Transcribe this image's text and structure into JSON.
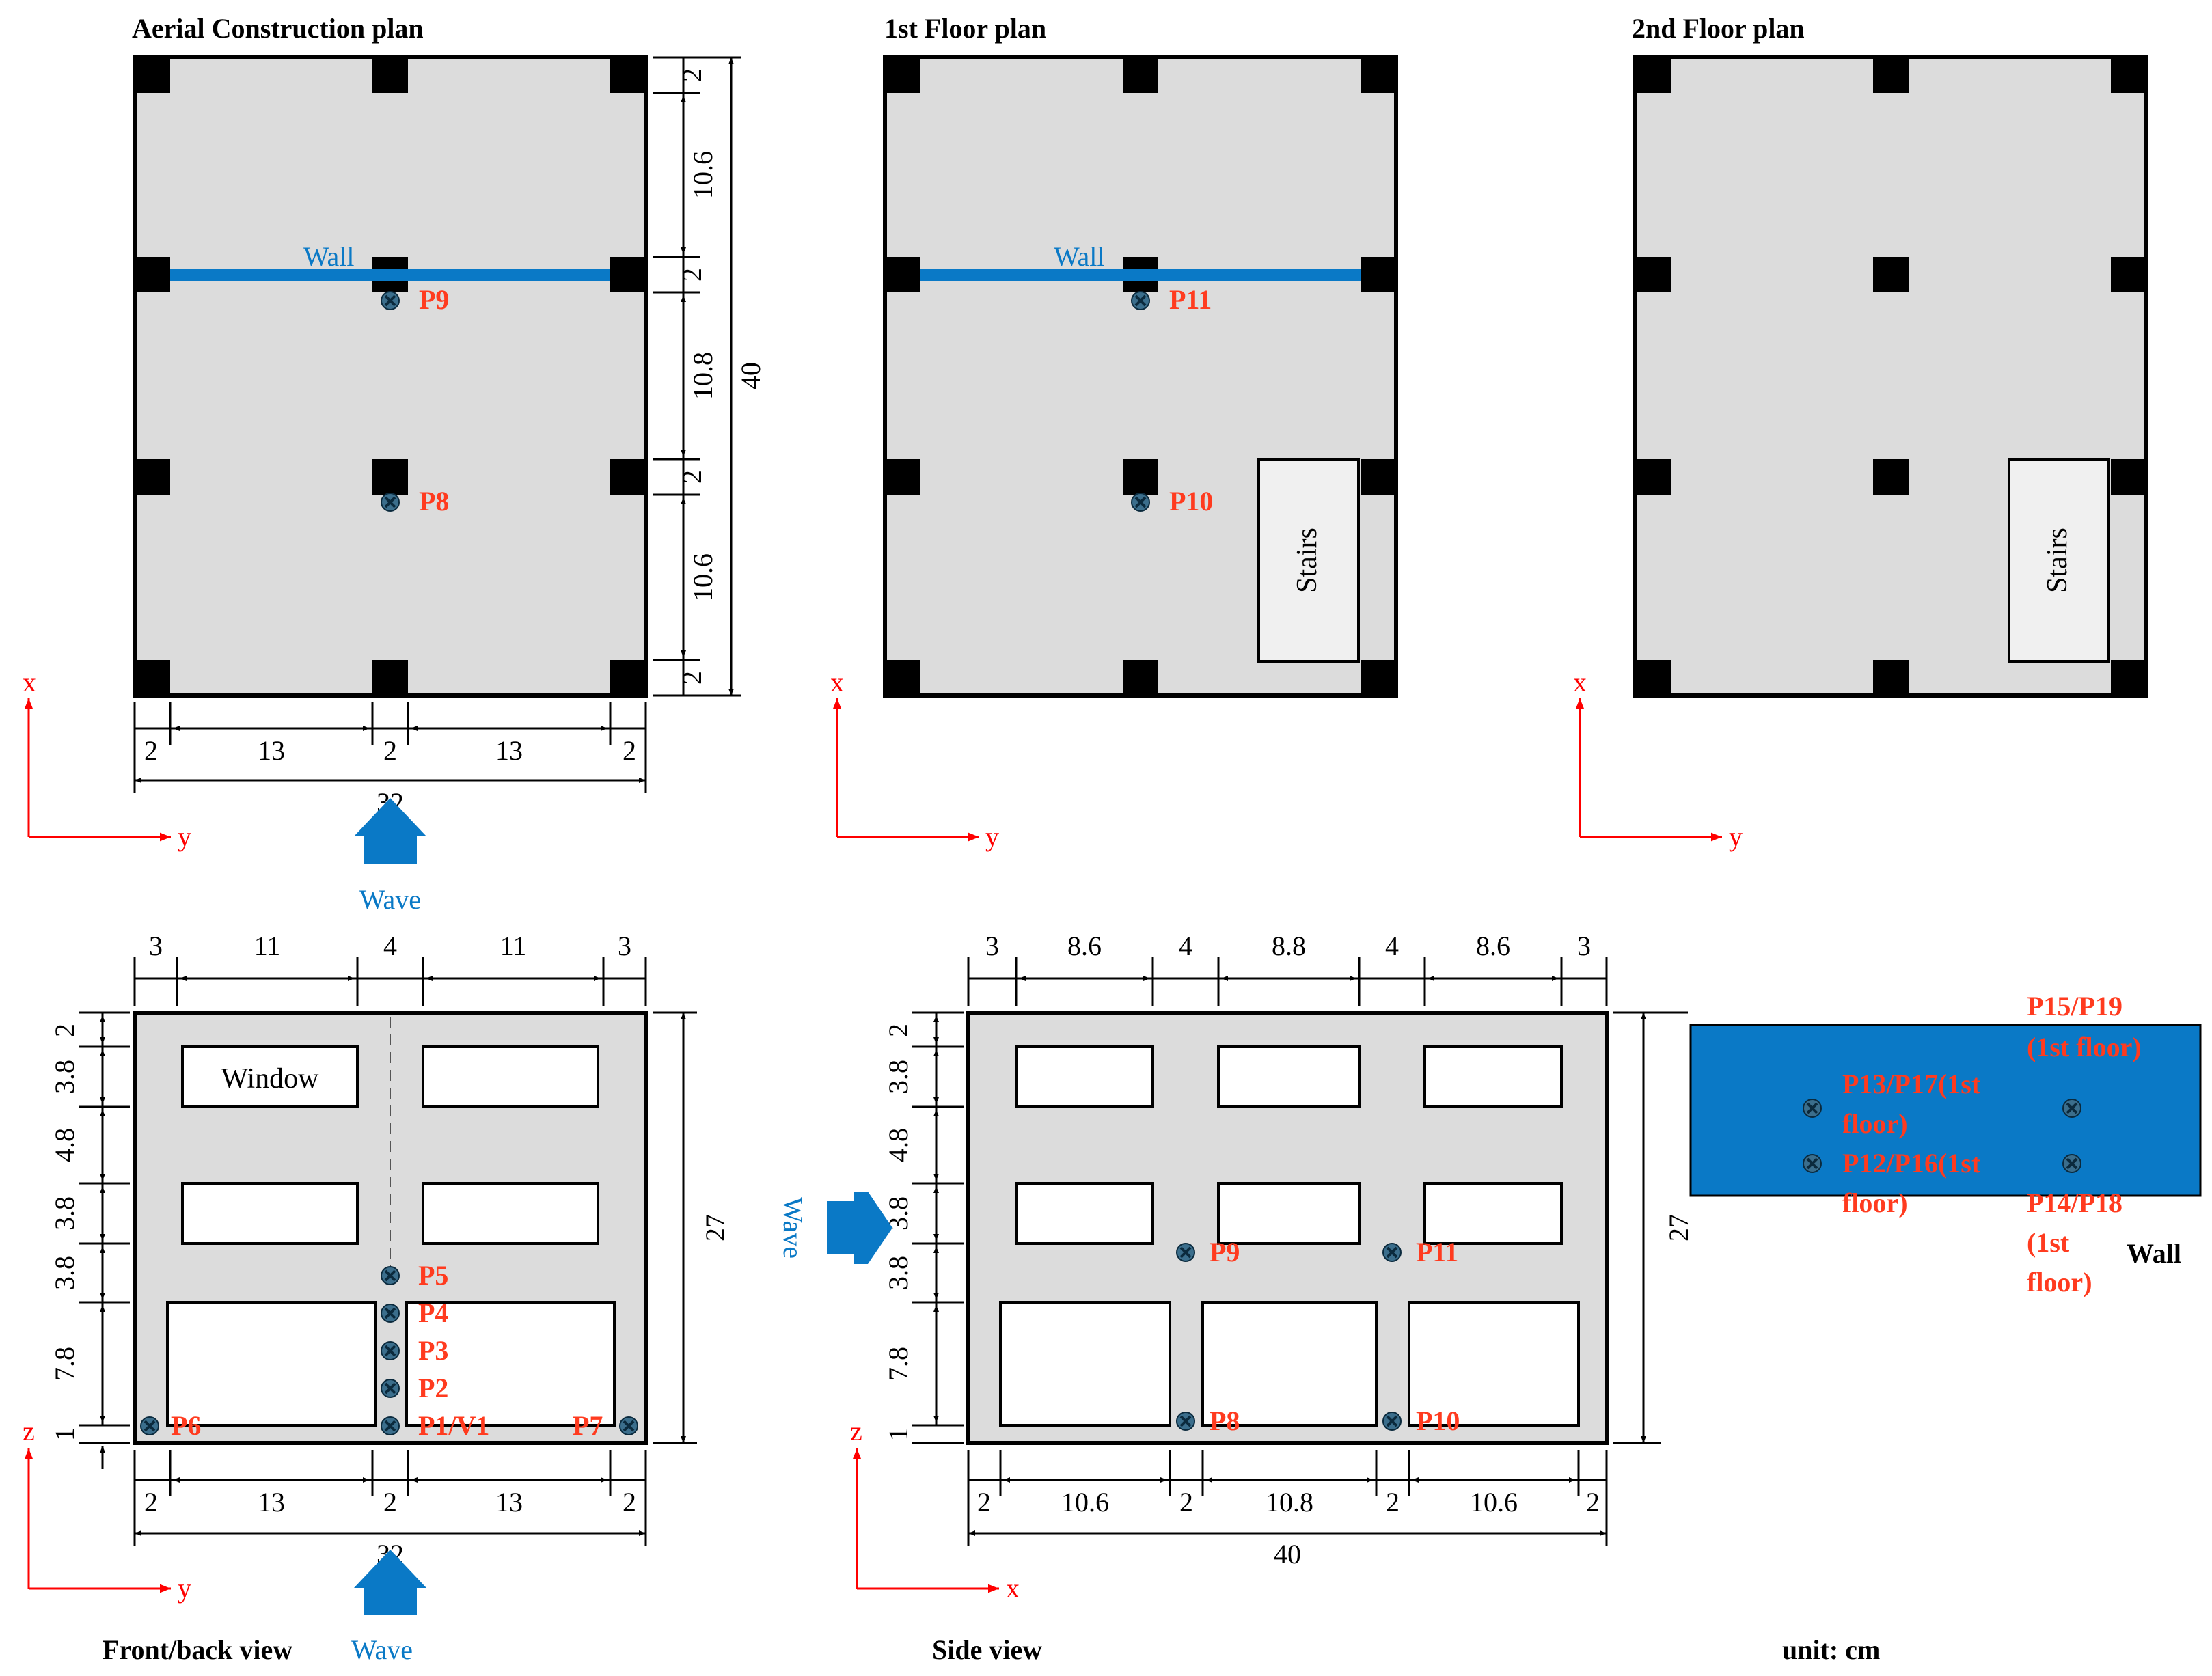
{
  "titles": {
    "aerial": "Aerial Construction plan",
    "first": "1st Floor plan",
    "second": "2nd Floor plan",
    "front": "Front/back view",
    "side": "Side view",
    "unit": "unit: cm"
  },
  "labels": {
    "wall": "Wall",
    "stairs": "Stairs",
    "wave": "Wave",
    "window": "Window",
    "axis_x": "x",
    "axis_y": "y",
    "axis_z": "z"
  },
  "dims": {
    "plan_y": [
      "2",
      "10.6",
      "2",
      "10.8",
      "2",
      "10.6",
      "2"
    ],
    "plan_total_y": "40",
    "plan_x": [
      "2",
      "13",
      "2",
      "13",
      "2"
    ],
    "plan_total_x": "32",
    "front_top": [
      "3",
      "11",
      "4",
      "11",
      "3"
    ],
    "side_top": [
      "3",
      "8.6",
      "4",
      "8.8",
      "4",
      "8.6",
      "3"
    ],
    "elev_z": [
      "2",
      "3.8",
      "4.8",
      "3.8",
      "3.8",
      "7.8",
      "1"
    ],
    "elev_total_z": "27",
    "front_bottom": [
      "2",
      "13",
      "2",
      "13",
      "2"
    ],
    "front_total": "32",
    "side_bottom": [
      "2",
      "10.6",
      "2",
      "10.8",
      "2",
      "10.6",
      "2"
    ],
    "side_total": "40",
    "wall_total": "27"
  },
  "points": {
    "P9": "P9",
    "P8": "P8",
    "P11": "P11",
    "P10": "P10",
    "P5": "P5",
    "P4": "P4",
    "P3": "P3",
    "P2": "P2",
    "P1": "P1/V1",
    "P6": "P6",
    "P7": "P7",
    "P15_a": "P15/P19",
    "P15_b": "(1st floor)",
    "P13_a": "P13/P17(1st",
    "P13_b": "floor)",
    "P12_a": "P12/P16(1st",
    "P12_b": "floor)",
    "P14_a": "P14/P18",
    "P14_b": "(1st",
    "P14_c": "floor)"
  },
  "colors": {
    "wall_blue": "#0a79c6",
    "marker_fill": "#3b6e8c",
    "label_red": "#ff3b1f",
    "axis_red": "#ff0000",
    "concrete": "#dcdcdc",
    "column": "#000000",
    "wave_blue": "#0a79c6"
  }
}
